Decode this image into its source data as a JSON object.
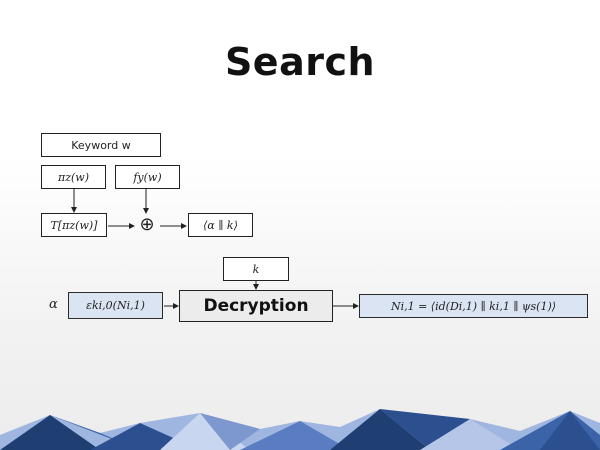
{
  "slide": {
    "title": "Search"
  },
  "diagram": {
    "keyword_box": "Keyword w",
    "pi_box": "πz(w)",
    "f_box": "fy(w)",
    "t_box": "T[πz(w)]",
    "xor_symbol": "⊕",
    "alpha_k_box": "⟨α ∥ k⟩",
    "k_box": "k",
    "alpha_label": "α",
    "enc_box": "εki,0(Ni,1)",
    "decryption_box": "Decryption",
    "n_box": "Ni,1 = ⟨id(Di,1) ∥ ki,1 ∥ ψs(1)⟩"
  },
  "colors": {
    "accent_blue": "#dbe4f3",
    "mountain_dark": "#1f3f73",
    "mountain_mid": "#3a63a8",
    "mountain_light": "#9fb6e0"
  }
}
